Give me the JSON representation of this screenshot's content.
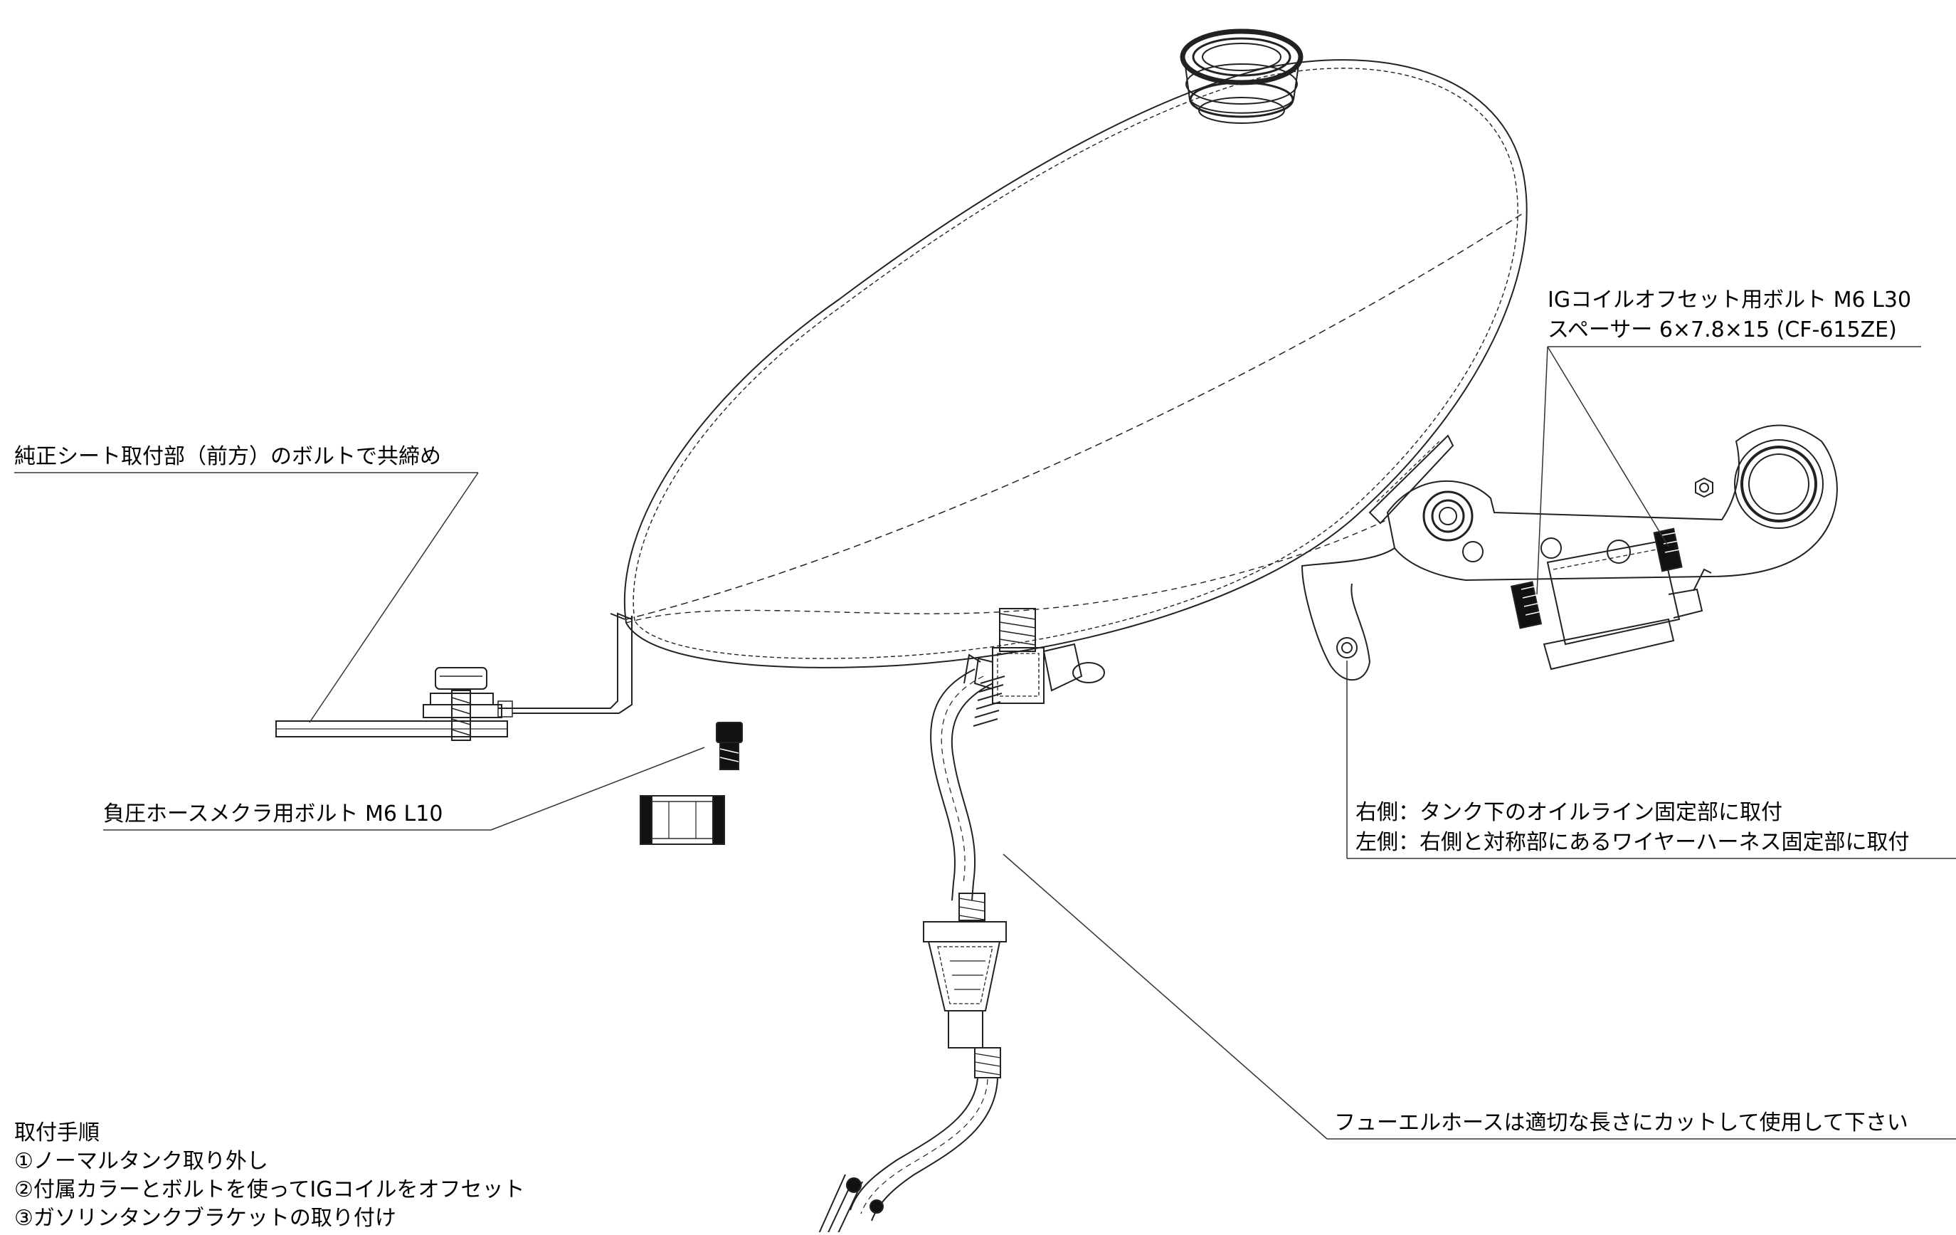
{
  "callouts": {
    "seat_bolt": "純正シート取付部（前方）のボルトで共締め",
    "vacuum_bolt": "負圧ホースメクラ用ボルト M6 L10",
    "ig_bolt": "IGコイルオフセット用ボルト M6 L30",
    "spacer": "スペーサー 6×7.8×15 (CF-615ZE)",
    "right_side": "右側：タンク下のオイルライン固定部に取付",
    "left_side": "左側：右側と対称部にあるワイヤーハーネス固定部に取付",
    "fuel_hose": "フューエルホースは適切な長さにカットして使用して下さい"
  },
  "procedure": {
    "title": "取付手順",
    "steps": [
      "①ノーマルタンク取り外し",
      "②付属カラーとボルトを使ってIGコイルをオフセット",
      "③ガソリンタンクブラケットの取り付け"
    ]
  }
}
